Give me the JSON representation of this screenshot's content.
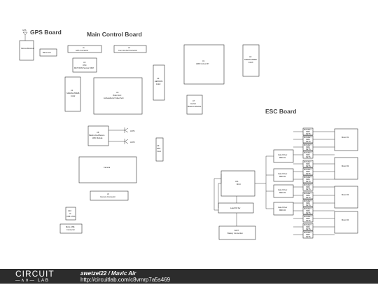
{
  "boards": {
    "gps": "GPS Board",
    "main": "Main Control Board",
    "esc": "ESC Board"
  },
  "gps_blocks": [
    {
      "id": "gps-antenna",
      "text": "GPS"
    },
    {
      "id": "gps-receiver",
      "text": "Glonss Receiver"
    },
    {
      "id": "gps-barometer",
      "text": "Barometer"
    }
  ],
  "main_blocks": [
    {
      "id": "gps-connector",
      "line1": "J1",
      "line2": "GPS Connector"
    },
    {
      "id": "gimbal-connector",
      "line1": "J2",
      "line2": "Cam Gimbal Connector"
    },
    {
      "id": "main-soc",
      "line1": "U1",
      "line2": "ARM Cortex M7"
    },
    {
      "id": "memory-chip",
      "line1": "U2",
      "line2": "SDRAM 256Mb",
      "line3": "1GbX"
    },
    {
      "id": "osc-block",
      "line1": "U3",
      "line2": "OSC",
      "line3": "MCT ROM Sensor DPM"
    },
    {
      "id": "sdram-left",
      "line1": "U4",
      "line2": "SDRAM 256MB",
      "line3": "1Gb2"
    },
    {
      "id": "video-soc",
      "line1": "U5",
      "line2": "Video SoC",
      "line3": "Ambarella H2 Video SoC"
    },
    {
      "id": "eeprom",
      "line1": "U6",
      "line2": "EEPROM",
      "line3": "1Gb2"
    },
    {
      "id": "imu",
      "line1": "U7",
      "line2": "Inertial",
      "line3": "Measure Module"
    },
    {
      "id": "wifi-module",
      "line1": "U8",
      "line2": "Radio w/w+Bluetoo",
      "line3": "WiFi Module"
    },
    {
      "id": "wifi-ant-1",
      "text": "ANT1"
    },
    {
      "id": "wifi-ant-2",
      "text": "ANT2"
    },
    {
      "id": "esc-link",
      "line1": "U9",
      "line2": "ESC",
      "line3": "Conn"
    },
    {
      "id": "camera",
      "text": "Camera"
    },
    {
      "id": "camera-connector",
      "line1": "J3",
      "line2": "Camera Connector"
    },
    {
      "id": "usb-chip",
      "line1": "U10",
      "line2": "IC",
      "line3": "USB CTRL"
    },
    {
      "id": "micro-usb",
      "line1": "Micro USB",
      "line2": "Connector"
    }
  ],
  "esc_blocks": [
    {
      "id": "mcu",
      "line1": "U11",
      "line2": "MCU"
    },
    {
      "id": "load-kill-switch",
      "text": "Load Kill Sw"
    },
    {
      "id": "battery-conn",
      "line1": "BATT",
      "line2": "Battery Connection"
    }
  ],
  "motor_drivers": [
    {
      "line1": "Gate Driver",
      "line2": "MMOJ1"
    },
    {
      "line1": "Gate Driver",
      "line2": "MMOJ2"
    },
    {
      "line1": "Gate Driver",
      "line2": "MMOJ3"
    },
    {
      "line1": "Gate Driver",
      "line2": "MMOJ4"
    }
  ],
  "fet_bank": {
    "head": "MOSFET",
    "line1": "NMS",
    "line2": "FETS"
  },
  "motors": [
    "Motor #1",
    "Motor #2",
    "Motor #3",
    "Motor #4"
  ],
  "footer": {
    "brand_top": "CIRCUIT",
    "brand_bottom": "—∧∨— LAB",
    "author": "awetzel22",
    "separator": " / ",
    "project": "Mavic Air",
    "url": "http://circuitlab.com/c8vmrp7a5s469"
  }
}
